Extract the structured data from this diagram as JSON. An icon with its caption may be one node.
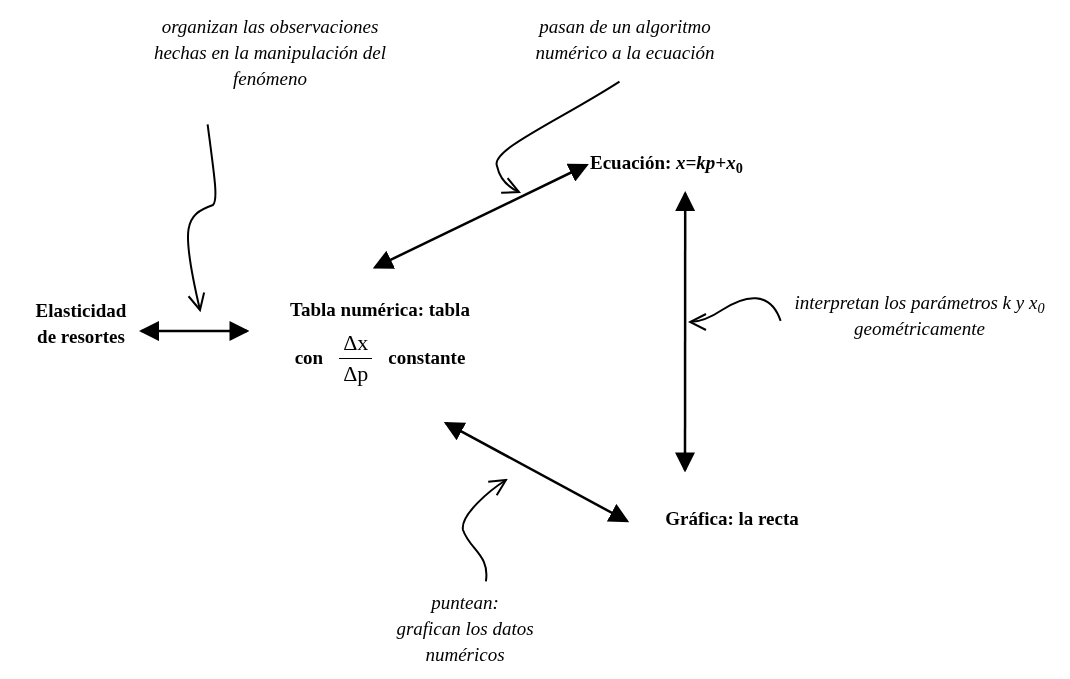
{
  "diagram": {
    "nodes": [
      {
        "text": [
          "Elasticidad de resortes"
        ]
      },
      {
        "text": [
          "Tabla numérica: tabla",
          "con",
          "Δx",
          "Δp",
          "constante"
        ]
      },
      {
        "text": [
          "Ecuación: *x=kp+x*$_{0}$"
        ]
      },
      {
        "text": [
          "Gráfica: la recta"
        ]
      },
      {
        "text": [
          "organizan las observaciones hechas en la manipulación del fenómeno"
        ]
      },
      {
        "text": [
          "pasan de un algoritmo numérico a la ecuación"
        ]
      },
      {
        "text": [
          "interpretan los parámetros k y x$_{0}$ geométricamente"
        ]
      },
      {
        "text": [
          "puntean:",
          "grafican los datos numéricos"
        ]
      }
    ],
    "edges": [
      {
        "from": 0,
        "to": 1,
        "arrow": "both"
      },
      {
        "from": 1,
        "to": 2,
        "arrow": "both"
      },
      {
        "from": 2,
        "to": 3,
        "arrow": "both"
      },
      {
        "from": 1,
        "to": 3,
        "arrow": "both"
      },
      {
        "from": 4,
        "to": null,
        "arrow": "to"
      },
      {
        "from": 5,
        "to": null,
        "arrow": "to"
      },
      {
        "from": 6,
        "to": null,
        "arrow": "to"
      },
      {
        "from": 7,
        "to": null,
        "arrow": "to"
      }
    ]
  }
}
